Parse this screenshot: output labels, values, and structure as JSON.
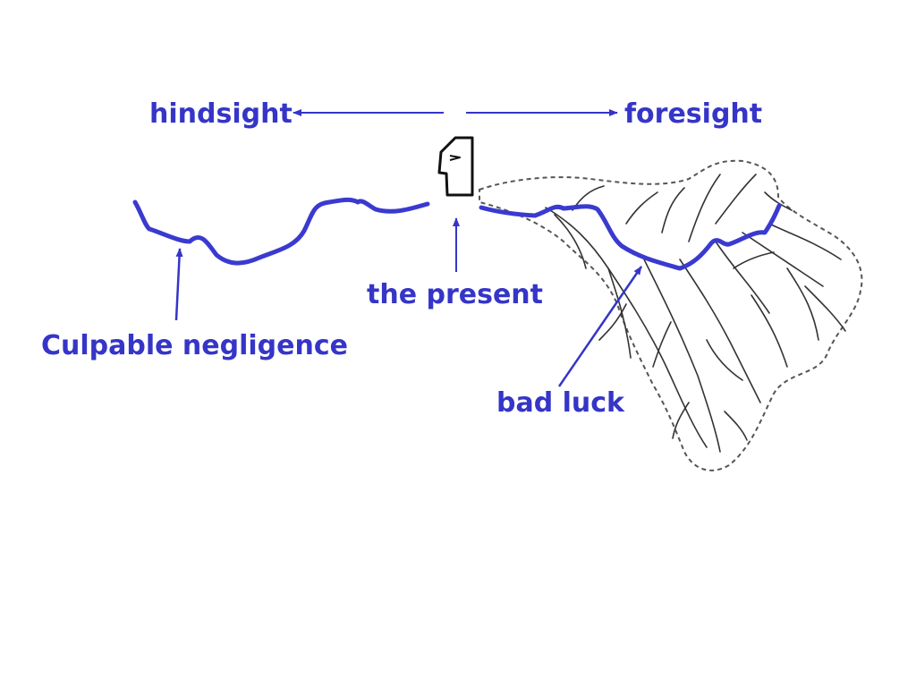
{
  "colors": {
    "accent": "#3535c8",
    "river": "#3a3ad0",
    "tree": "#333333",
    "outline": "#555555"
  },
  "labels": {
    "hindsight": "hindsight",
    "foresight": "foresight",
    "present": "the present",
    "culpable": "Culpable negligence",
    "bad_luck": "bad luck"
  },
  "icons": {
    "observer": "head-profile-icon"
  }
}
